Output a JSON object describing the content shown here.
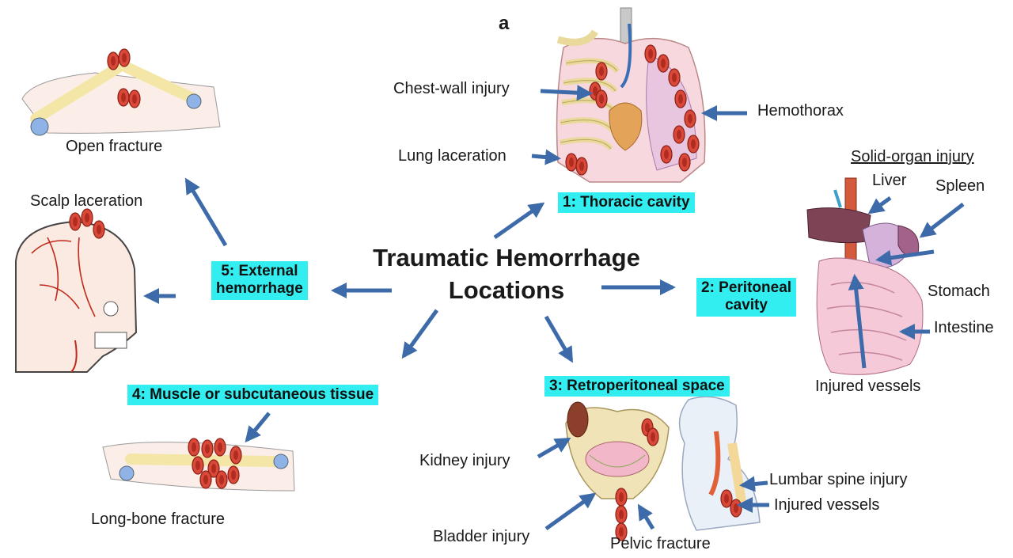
{
  "panel_letter": "a",
  "title_line1": "Traumatic Hemorrhage",
  "title_line2": "Locations",
  "categories": {
    "thoracic": "1: Thoracic cavity",
    "peritoneal_line1": "2: Peritoneal",
    "peritoneal_line2": "cavity",
    "retroperitoneal": "3: Retroperitoneal space",
    "muscle": "4: Muscle or subcutaneous tissue",
    "external_line1": "5: External",
    "external_line2": "hemorrhage"
  },
  "labels": {
    "chest_wall": "Chest-wall injury",
    "hemothorax": "Hemothorax",
    "lung_laceration": "Lung laceration",
    "solid_organ": "Solid-organ injury",
    "liver": "Liver",
    "spleen": "Spleen",
    "stomach": "Stomach",
    "intestine": "Intestine",
    "injured_vessels_abd": "Injured vessels",
    "open_fracture": "Open fracture",
    "scalp_laceration": "Scalp laceration",
    "long_bone": "Long-bone fracture",
    "kidney": "Kidney injury",
    "bladder": "Bladder injury",
    "pelvic": "Pelvic fracture",
    "lumbar": "Lumbar spine injury",
    "injured_vessels_retro": "Injured vessels"
  },
  "colors": {
    "highlight": "#33eef0",
    "arrow": "#3d6aa8",
    "blood_cell": "#d9493a",
    "bone": "#f3e6a6"
  }
}
